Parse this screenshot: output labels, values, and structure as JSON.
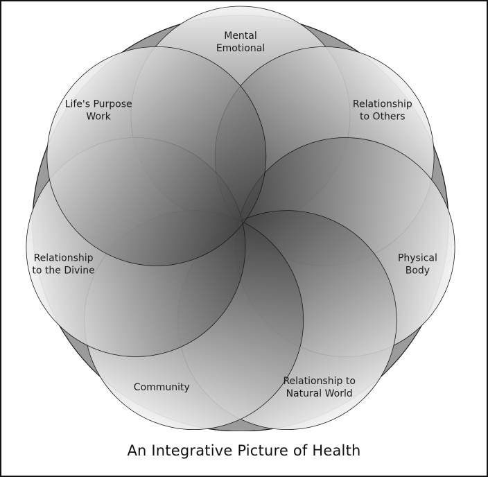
{
  "caption": "An Integrative Picture of Health",
  "petals": [
    {
      "lines": [
        "Mental",
        "Emotional"
      ]
    },
    {
      "lines": [
        "Relationship",
        "to Others"
      ]
    },
    {
      "lines": [
        "Physical",
        "Body"
      ]
    },
    {
      "lines": [
        "Relationship to",
        "Natural World"
      ]
    },
    {
      "lines": [
        "Community"
      ]
    },
    {
      "lines": [
        "Relationship",
        "to the Divine"
      ]
    },
    {
      "lines": [
        "Life's Purpose",
        "Work"
      ]
    }
  ],
  "colors": {
    "stroke": "#1a1a1a",
    "light": "#f2f2f2",
    "dark": "#3a3a3a",
    "text": "#1a1a1a"
  }
}
